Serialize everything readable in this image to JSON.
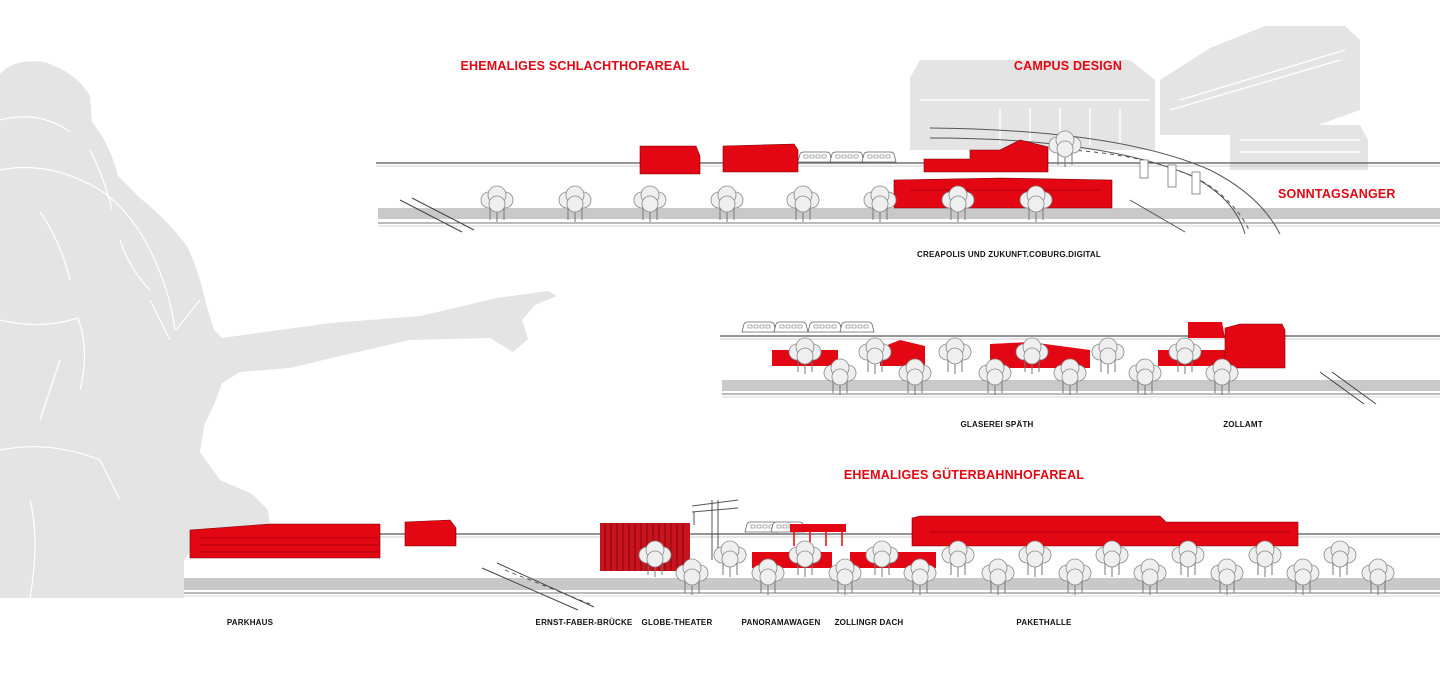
{
  "colors": {
    "accent_red": "#e30613",
    "silhouette_gray": "#e3e3e3",
    "ground_gray": "#c9c9c9",
    "tree_fill": "#ececec",
    "line_dark": "#555555",
    "text_black": "#111111"
  },
  "area_labels": {
    "schlachthof": "EHEMALIGES SCHLACHTHOFAREAL",
    "campus": "CAMPUS DESIGN",
    "sonntagsanger": "SONNTAGSANGER",
    "gueterbahnhof": "EHEMALIGES GÜTERBAHNHOFAREAL"
  },
  "building_labels": {
    "creapolis": "CREAPOLIS UND ZUKUNFT.COBURG.DIGITAL",
    "glaserei": "GLASEREI SPÄTH",
    "zollamt": "ZOLLAMT",
    "parkhaus": "PARKHAUS",
    "bruecke": "ERNST-FABER-BRÜCKE",
    "globe": "GLOBE-THEATER",
    "panorama": "PANORAMAWAGEN",
    "zollingr": "ZOLLINGR DACH",
    "pakethalle": "PAKETHALLE"
  },
  "icons": {
    "figure": "pointing-person-silhouette",
    "tree": "tree-icon",
    "train": "train-icon",
    "crane": "crane-icon"
  }
}
